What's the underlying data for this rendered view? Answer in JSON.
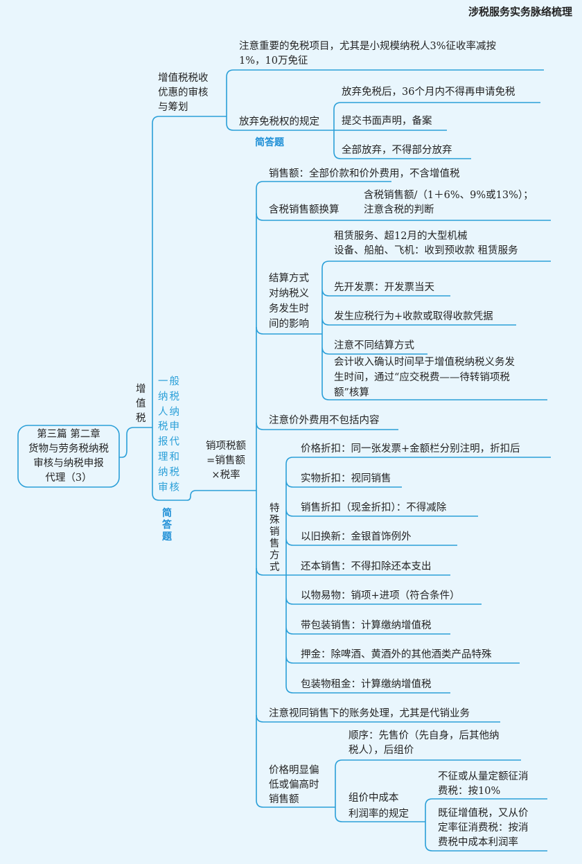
{
  "header": {
    "title": "涉税服务实务脉络梳理"
  },
  "root": {
    "text": "第三篇  第二章\n货物与劳务税纳税\n审核与纳税申报\n代理（3）"
  },
  "level1": {
    "vat": "增值税"
  },
  "preferential": {
    "label": "增值税税收\n优惠的审核\n与筹划",
    "note": "注意重要的免税项目，尤其是小规模纳税人3%征收率减按\n1%，10万免征",
    "waiver": {
      "label": "放弃免税权的规定",
      "items": [
        "放弃免税后，36个月内不得再申请免税",
        "提交书面声明，备案",
        "全部放弃，不得部分放弃"
      ]
    },
    "tag": "简答题"
  },
  "general": {
    "label": "一般纳税人纳税申报代理和纳税审核",
    "tag": "简答题",
    "output_tax": {
      "label": "销项税额\n=销售额\n×税率",
      "sales": "销售额：全部价款和价外费用，不含增值税",
      "tax_incl": {
        "label": "含税销售额换算",
        "detail": "含税销售额/（1＋6%、9%或13%）；\n注意含税的判断"
      },
      "settlement": {
        "label": "结算方式\n对纳税义\n务发生时\n间的影响",
        "items": [
          "租赁服务、超12月的大型机械\n设备、船舶、飞机：收到预收款    租赁服务",
          "先开发票：开发票当天",
          "发生应税行为+收款或取得收款凭据",
          "注意不同结算方式",
          "会计收入确认时间早于增值税纳税义务发\n生时间，通过“应交税费——待转销项税\n额”核算"
        ]
      },
      "extra_fees": "注意价外费用不包括内容",
      "special": {
        "label": "特殊销售方式",
        "items": [
          "价格折扣：同一张发票+金额栏分别注明，折扣后",
          "实物折扣：视同销售",
          "销售折扣（现金折扣）：不得减除",
          "以旧换新：金银首饰例外",
          "还本销售：不得扣除还本支出",
          "以物易物：销项+进项（符合条件）",
          "带包装销售：计算缴纳增值税",
          "押金：除啤酒、黄酒外的其他酒类产品特殊",
          "包装物租金：计算缴纳增值税"
        ]
      },
      "deemed": "注意视同销售下的账务处理，尤其是代销业务",
      "abnormal": {
        "label": "价格明显偏\n低或偏高时\n销售额",
        "order": "顺序：先售价（先自身，后其他纳\n税人），后组价",
        "margin": {
          "label": "组价中成本\n利润率的规定",
          "items": [
            "不征或从量定额征消\n费税：按10%",
            "既征增值税，又从价\n定率征消费税：按消\n费税中成本利润率"
          ]
        }
      }
    }
  },
  "colors": {
    "background": "#e9f6fd",
    "line": "#2a9fd8",
    "accent": "#1e8fd6"
  }
}
